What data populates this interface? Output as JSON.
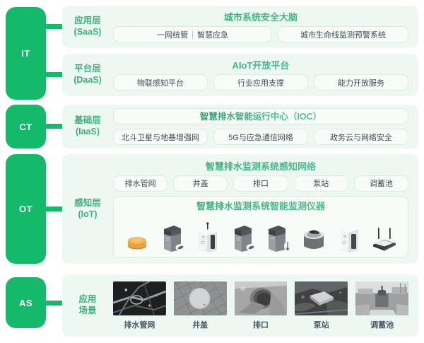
{
  "rail": {
    "badges": [
      {
        "id": "it",
        "label": "IT"
      },
      {
        "id": "ct",
        "label": "CT"
      },
      {
        "id": "ot",
        "label": "OT"
      },
      {
        "id": "as",
        "label": "AS"
      }
    ]
  },
  "layers": {
    "saas": {
      "label_line1": "应用层",
      "label_line2": "(SaaS)",
      "title": "城市系统安全大脑",
      "chips": [
        {
          "text_left": "一网统管",
          "separator": "|",
          "text_right": "智慧应急"
        },
        {
          "text": "城市生命线监测预警系统"
        }
      ]
    },
    "daas": {
      "label_line1": "平台层",
      "label_line2": "(DaaS)",
      "title": "AIoT开放平台",
      "chips": [
        "物联感知平台",
        "行业应用支撑",
        "能力开放服务"
      ]
    },
    "iaas": {
      "label_line1": "基础层",
      "label_line2": "(IaaS)",
      "title": "智慧排水智能运行中心（IOC）",
      "chips": [
        "北斗卫星与地基增强网",
        "5G与应急通信网络",
        "政务云与网络安全"
      ]
    },
    "iot": {
      "label_line1": "感知层",
      "label_line2": "(IoT)",
      "title": "智慧排水监测系统感知网络",
      "chips": [
        "排水管网",
        "井盖",
        "排口",
        "泵站",
        "调蓄池"
      ],
      "instrument_title": "智慧排水监测系统智能监测仪器",
      "devices": [
        "dome-sensor-device",
        "liquid-level-meter-device",
        "white-gas-detector-device",
        "flow-meter-device",
        "rain-gauge-device",
        "manhole-cover-sensor-device",
        "cabinet-controller-device",
        "gateway-router-device"
      ]
    },
    "as": {
      "label_line1": "应用",
      "label_line2": "场景",
      "scenes": [
        {
          "caption": "排水管网",
          "image": "pipe-network-photo"
        },
        {
          "caption": "井盖",
          "image": "manhole-cover-photo"
        },
        {
          "caption": "排口",
          "image": "outfall-photo"
        },
        {
          "caption": "泵站",
          "image": "pump-station-photo"
        },
        {
          "caption": "调蓄池",
          "image": "storage-tank-photo"
        }
      ]
    }
  },
  "colors": {
    "brand_green": "#14b96a",
    "panel_bg": "#eef8f2",
    "chip_bg": "#f7fcf9",
    "chip_border": "#dcece4",
    "title_green": "#2f9e74"
  }
}
